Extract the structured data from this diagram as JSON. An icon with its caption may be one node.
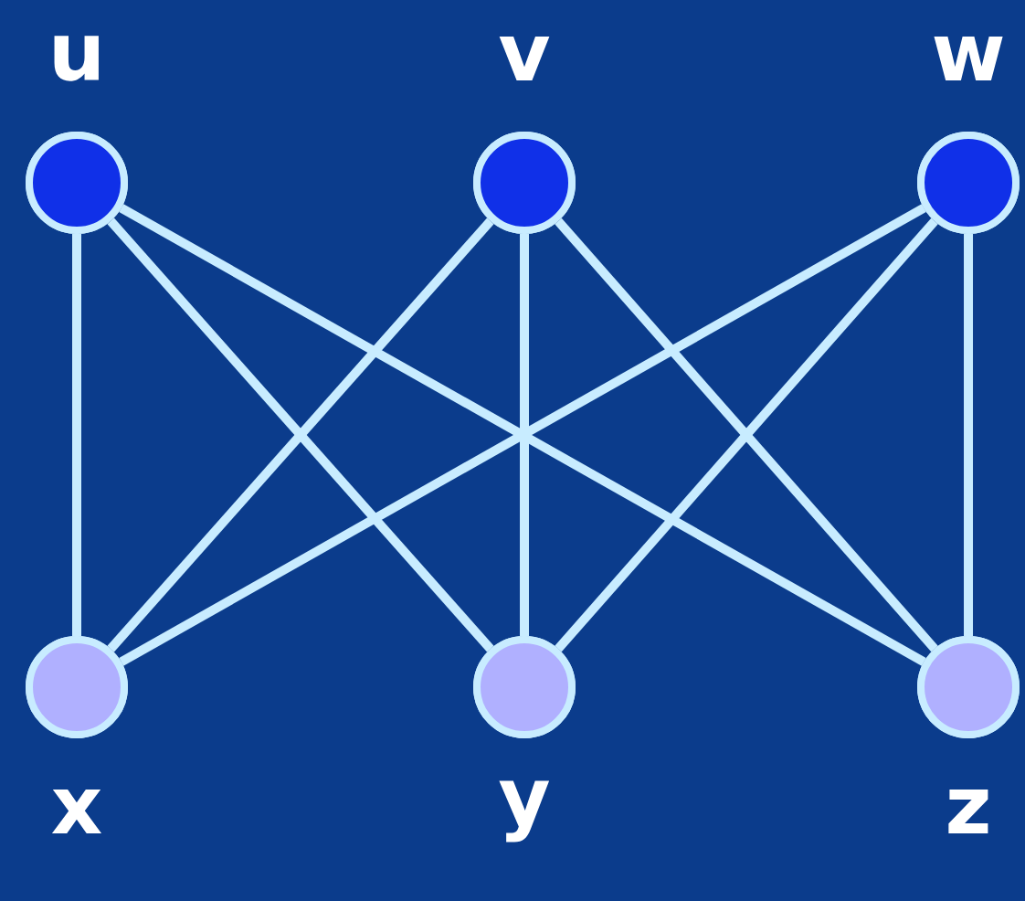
{
  "diagram": {
    "nodes": [
      {
        "text": [
          "u"
        ]
      },
      {
        "text": [
          "v"
        ]
      },
      {
        "text": [
          "w"
        ]
      },
      {
        "text": [
          "x"
        ]
      },
      {
        "text": [
          "y"
        ]
      },
      {
        "text": [
          "z"
        ]
      }
    ],
    "edges": [
      {
        "from": 0,
        "to": 3,
        "arrow": "none"
      },
      {
        "from": 0,
        "to": 4,
        "arrow": "none"
      },
      {
        "from": 0,
        "to": 5,
        "arrow": "none"
      },
      {
        "from": 1,
        "to": 3,
        "arrow": "none"
      },
      {
        "from": 1,
        "to": 4,
        "arrow": "none"
      },
      {
        "from": 1,
        "to": 5,
        "arrow": "none"
      },
      {
        "from": 2,
        "to": 3,
        "arrow": "none"
      },
      {
        "from": 2,
        "to": 4,
        "arrow": "none"
      },
      {
        "from": 2,
        "to": 5,
        "arrow": "none"
      }
    ]
  }
}
